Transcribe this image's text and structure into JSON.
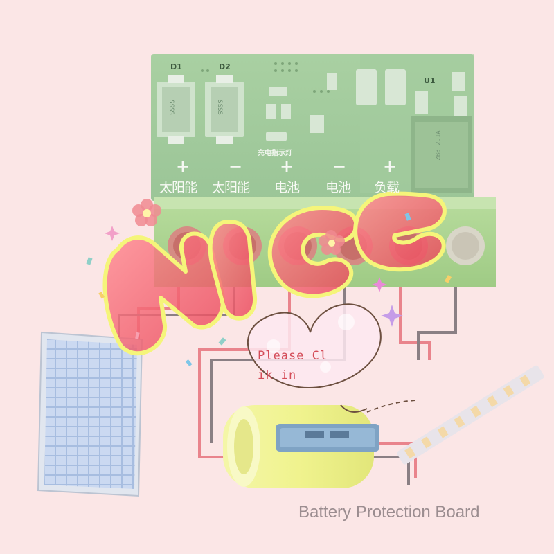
{
  "board": {
    "designators": [
      "D1",
      "D2",
      "U1"
    ],
    "indicator_label": "充电指示灯",
    "diode_marking": "SSSS",
    "regulator_marking": "ZB8 2.1A",
    "terminals": [
      {
        "sign": "+",
        "label": "太阳能"
      },
      {
        "sign": "−",
        "label": "太阳能"
      },
      {
        "sign": "+",
        "label": "电池"
      },
      {
        "sign": "−",
        "label": "电池"
      },
      {
        "sign": "+",
        "label": "负载"
      }
    ]
  },
  "sticker": {
    "word": "NICE",
    "heart_text_line1": "Please Cl",
    "heart_text_line2": "ik in"
  },
  "caption": "Battery Protection Board",
  "colors": {
    "background": "#fbe6e6",
    "pcb": "#9fc79a",
    "terminal_block": "#a6d08e",
    "wire_red": "#e9848c",
    "wire_dark": "#8a7f84",
    "sticker_red": "#e9505c",
    "sticker_yellow": "#f5f57a"
  }
}
